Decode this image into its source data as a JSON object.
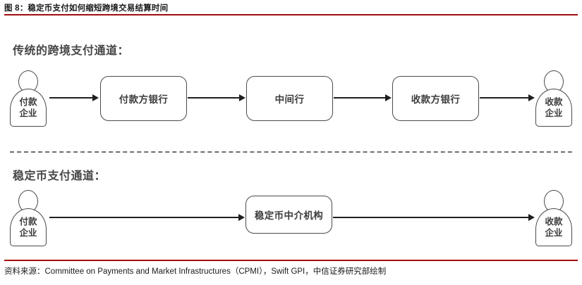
{
  "figure": {
    "title": "图 8：稳定币支付如何缩短跨境交易结算时间",
    "source": "资料来源：Committee on Payments and Market Infrastructures（CPMI），Swift GPI，中信证券研究部绘制",
    "accent_color": "#a30d0d",
    "line_color": "#4a4a4a",
    "text_color": "#3d3d3d"
  },
  "sections": [
    {
      "heading": "传统的跨境支付通道：",
      "nodes": [
        {
          "type": "person",
          "line1": "付款",
          "line2": "企业"
        },
        {
          "type": "box",
          "label": "付款方银行"
        },
        {
          "type": "box",
          "label": "中间行"
        },
        {
          "type": "box",
          "label": "收款方银行"
        },
        {
          "type": "person",
          "line1": "收款",
          "line2": "企业"
        }
      ]
    },
    {
      "heading": "稳定币支付通道：",
      "nodes": [
        {
          "type": "person",
          "line1": "付款",
          "line2": "企业"
        },
        {
          "type": "box",
          "label": "稳定币中介机构"
        },
        {
          "type": "person",
          "line1": "收款",
          "line2": "企业"
        }
      ]
    }
  ],
  "divider": {
    "style": "dashed"
  }
}
